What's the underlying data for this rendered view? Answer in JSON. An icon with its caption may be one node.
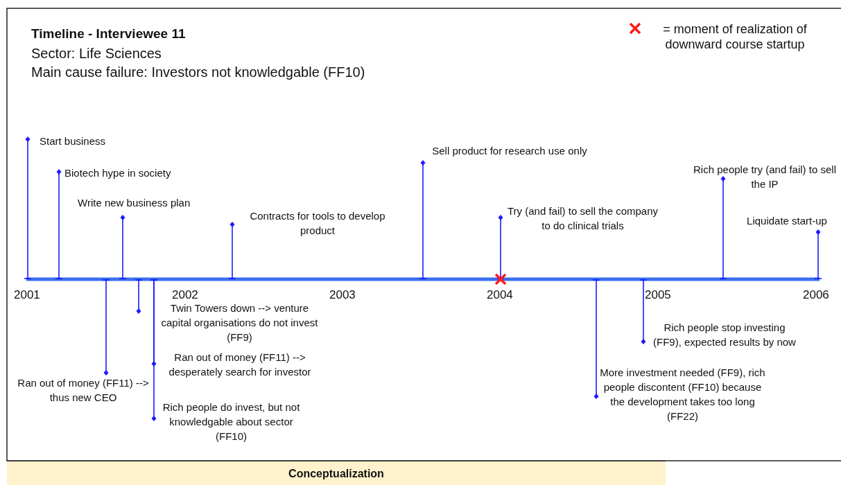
{
  "diagram": {
    "title": "Timeline - Interviewee 11",
    "nodes": [
      {
        "text": [
          "Conceptualization"
        ]
      }
    ],
    "labels": [
      "Sector: Life Sciences",
      "Main cause failure: Investors not knowledgable (FF10)",
      "Start business",
      "Biotech hype in society",
      "Write new business plan",
      "Contracts for tools to develop product",
      "Sell product for research use only",
      "Try (and fail) to sell the company to do clinical trials",
      "Rich people try (and fail) to sell the IP",
      "Liquidate start-up",
      "2001",
      "2002",
      "2003",
      "2004",
      "2005",
      "2006",
      "Twin Towers down --> venture capital organisations do not invest (FF9)",
      "Ran out of money (FF11) --> desperately search for investor",
      "Ran out of money (FF11) --> thus new CEO",
      "Rich people do invest, but not knowledgable about sector (FF10)",
      "Rich people stop investing (FF9), expected results by now",
      "More investment needed (FF9), rich people discontent (FF10) because the development takes too long (FF22)"
    ],
    "legend": [
      {
        "text": "= moment of realization of downward course startup"
      }
    ]
  }
}
